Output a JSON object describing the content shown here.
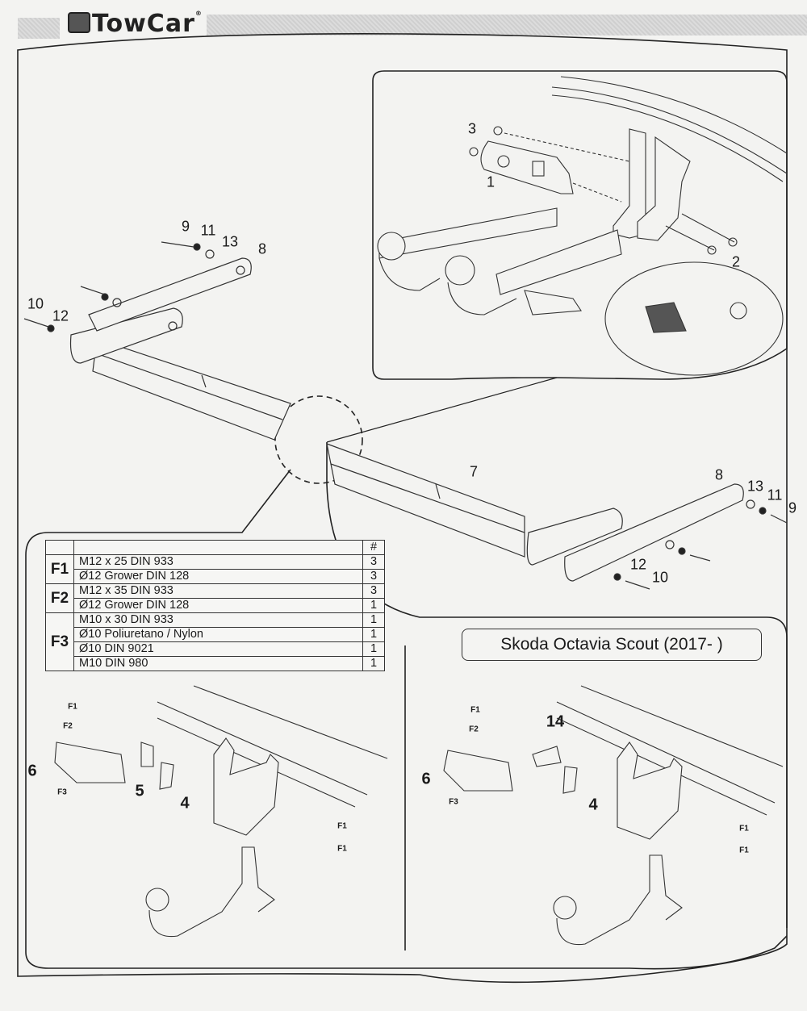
{
  "header": {
    "brand": "TowCar",
    "trademark": "®"
  },
  "top_diagram": {
    "callouts": [
      "1",
      "2",
      "3"
    ]
  },
  "crossbar_diagram": {
    "left_callouts": [
      "9",
      "11",
      "13",
      "8",
      "10",
      "12"
    ],
    "right_callouts": [
      "7",
      "8",
      "13",
      "11",
      "9",
      "12",
      "10"
    ]
  },
  "parts_table": {
    "qty_header": "#",
    "groups": [
      {
        "code": "F1",
        "rows": [
          {
            "description": "M12 x 25 DIN 933",
            "qty": "3"
          },
          {
            "description": "Ø12 Grower DIN 128",
            "qty": "3"
          }
        ]
      },
      {
        "code": "F2",
        "rows": [
          {
            "description": "M12 x 35 DIN 933",
            "qty": "3"
          },
          {
            "description": "Ø12 Grower DIN 128",
            "qty": "1"
          }
        ]
      },
      {
        "code": "F3",
        "rows": [
          {
            "description": "M10 x 30 DIN 933",
            "qty": "1"
          },
          {
            "description": "Ø10 Poliuretano / Nylon",
            "qty": "1"
          },
          {
            "description": "Ø10 DIN 9021",
            "qty": "1"
          },
          {
            "description": "M10 DIN 980",
            "qty": "1"
          }
        ]
      }
    ]
  },
  "model_title": "Skoda Octavia Scout (2017- )",
  "bottom_left_diagram": {
    "callouts": [
      "F1",
      "F2",
      "6",
      "F3",
      "5",
      "4",
      "F1",
      "F1"
    ]
  },
  "bottom_right_diagram": {
    "callouts": [
      "F1",
      "F2",
      "14",
      "6",
      "F3",
      "4",
      "F1",
      "F1"
    ]
  }
}
